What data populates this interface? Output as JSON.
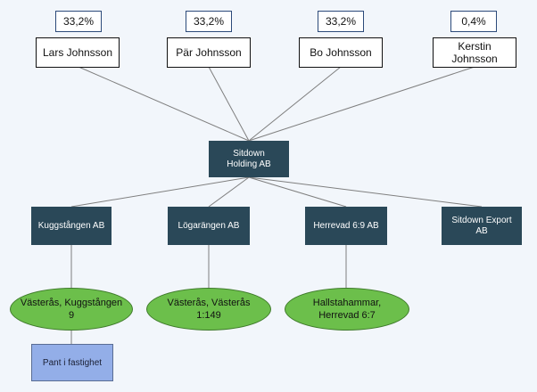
{
  "owners": [
    {
      "share": "33,2%",
      "name": "Lars Johnsson"
    },
    {
      "share": "33,2%",
      "name": "Pär Johnsson"
    },
    {
      "share": "33,2%",
      "name": "Bo Johnsson"
    },
    {
      "share": "0,4%",
      "name": "Kerstin Johnsson"
    }
  ],
  "holding": {
    "name": "Sitdown Holding AB"
  },
  "subsidiaries": [
    {
      "name": "Kuggstången AB"
    },
    {
      "name": "Lögarängen AB"
    },
    {
      "name": "Herrevad 6:9 AB"
    },
    {
      "name": "Sitdown Export AB"
    }
  ],
  "properties": [
    {
      "name": "Västerås, Kuggstången 9"
    },
    {
      "name": "Västerås, Västerås 1:149"
    },
    {
      "name": "Hallstahammar, Herrevad 6:7"
    }
  ],
  "pledge": {
    "label": "Pant i fastighet"
  },
  "colors": {
    "company_fill": "#2a4858",
    "property_fill": "#6cbf4b",
    "pledge_fill": "#93aee8",
    "connector": "#7f7f7f"
  }
}
